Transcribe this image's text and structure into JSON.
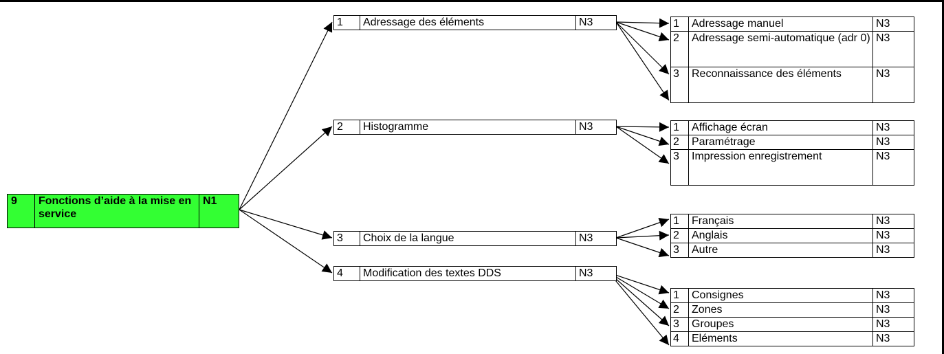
{
  "root": {
    "num": "9",
    "label": "Fonctions d’aide à la mise en service",
    "level": "N1",
    "color": "#33ff33"
  },
  "branches": [
    {
      "num": "1",
      "label": "Adressage des éléments",
      "level": "N3",
      "children": [
        {
          "num": "1",
          "label": "Adressage manuel",
          "level": "N3"
        },
        {
          "num": "2",
          "label": "Adressage semi-automatique (adr 0)",
          "level": "N3"
        },
        {
          "num": "3",
          "label": "Reconnaissance des éléments",
          "level": "N3"
        }
      ]
    },
    {
      "num": "2",
      "label": "Histogramme",
      "level": "N3",
      "children": [
        {
          "num": "1",
          "label": "Affichage écran",
          "level": "N3"
        },
        {
          "num": "2",
          "label": "Paramétrage",
          "level": "N3"
        },
        {
          "num": "3",
          "label": "Impression enregistrement",
          "level": "N3"
        }
      ]
    },
    {
      "num": "3",
      "label": "Choix de la langue",
      "level": "N3",
      "children": [
        {
          "num": "1",
          "label": "Français",
          "level": "N3"
        },
        {
          "num": "2",
          "label": "Anglais",
          "level": "N3"
        },
        {
          "num": "3",
          "label": "Autre",
          "level": "N3"
        }
      ]
    },
    {
      "num": "4",
      "label": "Modification des textes DDS",
      "level": "N3",
      "children": [
        {
          "num": "1",
          "label": "Consignes",
          "level": "N3"
        },
        {
          "num": "2",
          "label": "Zones",
          "level": "N3"
        },
        {
          "num": "3",
          "label": "Groupes",
          "level": "N3"
        },
        {
          "num": "4",
          "label": "Eléments",
          "level": "N3"
        }
      ]
    }
  ]
}
